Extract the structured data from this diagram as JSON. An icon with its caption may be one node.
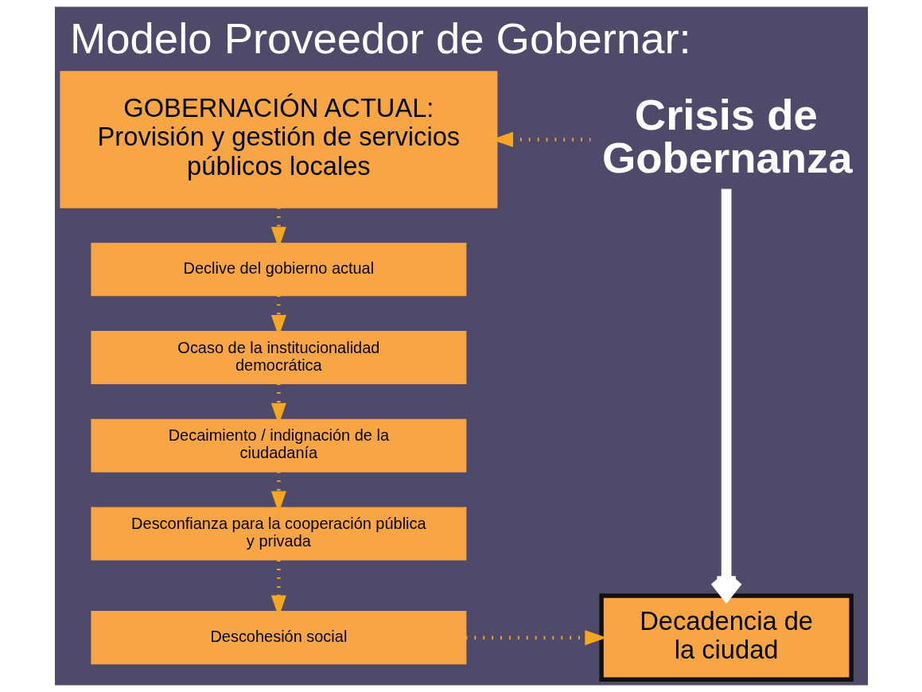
{
  "diagram": {
    "title": "Modelo Proveedor de Gobernar:",
    "nodes": [
      {
        "text": [
          "GOBERNACIÓN ACTUAL:",
          "Provisión y gestión de servicios públicos locales"
        ]
      },
      {
        "text": [
          "Declive del gobierno actual"
        ]
      },
      {
        "text": [
          "Ocaso de la institucionalidad democrática"
        ]
      },
      {
        "text": [
          "Decaimiento / indignación de la ciudadanía"
        ]
      },
      {
        "text": [
          "Desconfianza para la cooperación pública y privada"
        ]
      },
      {
        "text": [
          "Descohesión social"
        ]
      },
      {
        "text": [
          "Crisis de Gobernanza"
        ]
      },
      {
        "text": [
          "Decadencia de la ciudad"
        ]
      }
    ],
    "edges": [
      {
        "from": 6,
        "to": 0,
        "arrow": "to",
        "style": "dashed"
      },
      {
        "from": 0,
        "to": 1,
        "arrow": "to",
        "style": "dashed"
      },
      {
        "from": 1,
        "to": 2,
        "arrow": "to",
        "style": "dashed"
      },
      {
        "from": 2,
        "to": 3,
        "arrow": "to",
        "style": "dashed"
      },
      {
        "from": 3,
        "to": 4,
        "arrow": "to",
        "style": "dashed"
      },
      {
        "from": 4,
        "to": 5,
        "arrow": "to",
        "style": "dashed"
      },
      {
        "from": 6,
        "to": 7,
        "arrow": "to",
        "style": "thick",
        "color": "#ffffff"
      },
      {
        "from": 5,
        "to": 7,
        "arrow": "to",
        "style": "dashed"
      }
    ]
  }
}
